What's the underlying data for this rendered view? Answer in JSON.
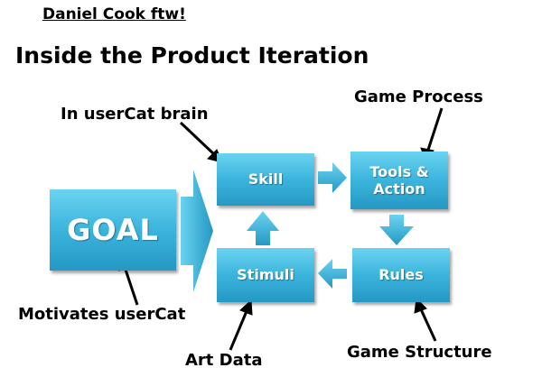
{
  "credit": "Daniel Cook ftw!",
  "title": "Inside the Product Iteration",
  "nodes": {
    "goal": "GOAL",
    "skill": "Skill",
    "tools_action": "Tools & Action",
    "rules": "Rules",
    "stimuli": "Stimuli"
  },
  "annotations": {
    "in_usercat_brain": "In userCat brain",
    "game_process": "Game Process",
    "motivates_usercat": "Motivates userCat",
    "art_data": "Art Data",
    "game_structure": "Game Structure"
  },
  "colors": {
    "box_light": "#6bd3f1",
    "box_mid": "#3bb4dc",
    "box_dark": "#2598c4",
    "arrow": "#3bb4dc"
  }
}
